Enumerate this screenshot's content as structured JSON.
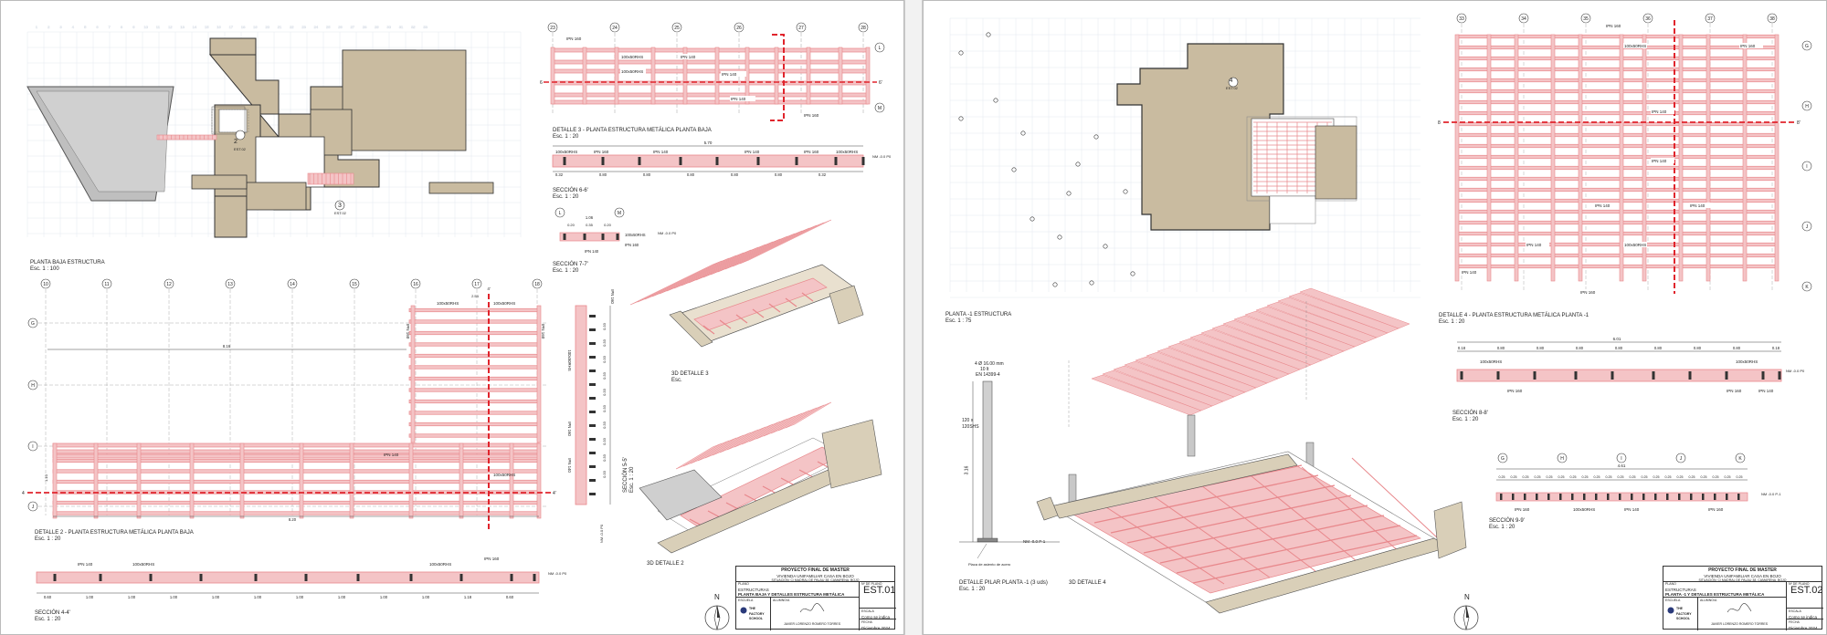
{
  "sheet1": {
    "grid_numbers_top": [
      "1",
      "2",
      "3",
      "4",
      "5",
      "6",
      "7",
      "8",
      "9",
      "10",
      "11",
      "12",
      "13",
      "14",
      "15",
      "16",
      "17",
      "18",
      "19",
      "20",
      "21",
      "22",
      "23",
      "24",
      "25",
      "26",
      "27",
      "28",
      "29",
      "30",
      "31",
      "32",
      "33"
    ],
    "plan_title": "PLANTA BAJA ESTRUCTURA",
    "plan_scale": "Esc.   1 : 100",
    "callouts": {
      "c2": "2",
      "c2sub": "EST.02",
      "c3": "3",
      "c3sub": "EST.02"
    },
    "det3": {
      "axes": [
        "23",
        "24",
        "25",
        "26",
        "27",
        "28"
      ],
      "rows": [
        "L",
        "M"
      ],
      "labels": [
        "IPN 160",
        "100x50RHS",
        "IPN 140",
        "100x50RHS",
        "IPN 140",
        "IPN 140",
        "IPN 160"
      ],
      "cut": "6'",
      "cut_left": "6",
      "title": "DETALLE 3 - PLANTA ESTRUCTURA METÁLICA PLANTA BAJA",
      "scale": "Esc.   1 : 20"
    },
    "sec66": {
      "labels": [
        "100x50RHS",
        "IPN 160",
        "IPN 140",
        "IPN 140",
        "IPN 160",
        "100x50RHS"
      ],
      "dims": [
        "0.32",
        "0.80",
        "0.80",
        "0.80",
        "0.80",
        "0.80",
        "0.32"
      ],
      "total": "5.70",
      "level": "NM -0.0   P0",
      "title": "SECCIÓN 6-6'",
      "scale": "Esc.   1 : 20"
    },
    "sec77": {
      "axes": [
        "L",
        "M"
      ],
      "dims": [
        "0.20",
        "0.35",
        "0.20"
      ],
      "total": "1.06",
      "labels": [
        "100x50RHS",
        "IPN 140",
        "IPN 160"
      ],
      "level": "NM -0.0   P0",
      "title": "SECCIÓN 7-7'",
      "scale": "Esc.   1 : 20"
    },
    "det2": {
      "axes": [
        "10",
        "11",
        "12",
        "13",
        "14",
        "15",
        "16",
        "17",
        "18"
      ],
      "rows": [
        "G",
        "H",
        "I",
        "J"
      ],
      "labels": [
        "100x50RHS",
        "100x50RHS",
        "IPN 160",
        "IPN 160",
        "IPN 140",
        "100x50RHS"
      ],
      "dims": [
        "2.54",
        "8.16",
        "1.10",
        "8.20"
      ],
      "cut_top": "4'",
      "cut_left": "4",
      "cut_right": "4'",
      "title": "DETALLE 2 - PLANTA ESTRUCTURA METÁLICA PLANTA BAJA",
      "scale": "Esc.   1 : 20"
    },
    "sec55": {
      "labels": [
        "100x50RHS",
        "IPN 160",
        "IPN 140",
        "IPN 160"
      ],
      "dims": [
        "0.33",
        "0.33",
        "0.33",
        "0.33",
        "0.33",
        "0.33",
        "0.33",
        "0.33",
        "0.33",
        "0.33"
      ],
      "level": "NM -0.0   P0",
      "title": "SECCIÓN 5-5'",
      "scale": "Esc.   1 : 20"
    },
    "sec44": {
      "labels": [
        "IPN 140",
        "100x50RHS",
        "100x50RHS",
        "IPN 160"
      ],
      "dims": [
        "0.60",
        "1.00",
        "1.00",
        "1.00",
        "1.00",
        "1.00",
        "1.00",
        "1.00",
        "1.00",
        "1.00",
        "1.18",
        "0.60"
      ],
      "level": "NM -0.0   P0",
      "title": "SECCIÓN 4-4'",
      "scale": "Esc.   1 : 20"
    },
    "d3d3": {
      "title": "3D DETALLE 3",
      "scale": "Esc."
    },
    "d3d2": {
      "title": "3D DETALLE 2"
    },
    "titleblock": {
      "heading": "PROYECTO FINAL DE MASTER",
      "sub": "VIVIENDA UNIFAMILIAR CASA EN BOJO",
      "loc": "SITUACIÓN: C/ MADRAL DE PALAU 38, CAMARENA, BOJO",
      "plano_lbl": "PLANO",
      "plano": "ESTRUCTURAS",
      "desc": "PLANTA BAJA Y DETALLES ESTRUCTURA METÁLICA",
      "num_lbl": "Nº DE PLANO",
      "code": "EST.01",
      "escuela_lbl": "ESCUELA",
      "alumno_lbl": "ALUMNO/A",
      "school": "THE FACTORY SCHOOL",
      "escala_lbl": "ESCALA",
      "escala": "Como se indica",
      "fecha_lbl": "FECHA",
      "author": "JAVIER LORENZO ROMERO TORRES",
      "fecha": "Diciembre 2024",
      "north": "N"
    }
  },
  "sheet2": {
    "plan_title": "PLANTA -1 ESTRUCTURA",
    "plan_scale": "Esc.   1 : 75",
    "callout": {
      "c4": "4",
      "c4sub": "EST.02"
    },
    "det4": {
      "axes": [
        "33",
        "34",
        "35",
        "36",
        "37",
        "38"
      ],
      "rows": [
        "G",
        "H",
        "I",
        "J",
        "K"
      ],
      "labels": [
        "IPN 160",
        "100x50RHS",
        "IPN 160",
        "IPN 140",
        "IPN 140",
        "IPN 140",
        "IPN 140",
        "100x50RHS",
        "IPN 140",
        "IPN 140",
        "IPN 160"
      ],
      "cut": "8'",
      "cut_left": "8",
      "title": "DETALLE 4 - PLANTA ESTRUCTURA METÁLICA PLANTA -1",
      "scale": "Esc.   1 : 20"
    },
    "sec88": {
      "labels": [
        "100x50RHS",
        "100x50RHS",
        "IPN 160",
        "IPN 160",
        "IPN 140"
      ],
      "dims": [
        "0.18",
        "0.80",
        "0.80",
        "0.80",
        "0.80",
        "0.80",
        "0.80",
        "0.80",
        "0.18"
      ],
      "total": "6.01",
      "level": "NM -0.0   P0",
      "title": "SECCIÓN 8-8'",
      "scale": "Esc.   1 : 20"
    },
    "sec99": {
      "axes": [
        "G",
        "H",
        "I",
        "J",
        "K"
      ],
      "labels": [
        "IPN 160",
        "100x50RHS",
        "IPN 140",
        "IPN 160"
      ],
      "dims": [
        "0.25",
        "0.25",
        "0.25",
        "0.25",
        "0.25",
        "0.25",
        "0.25",
        "0.25",
        "0.25",
        "0.25",
        "0.25",
        "0.25",
        "0.25",
        "0.25",
        "0.25",
        "0.25",
        "0.25",
        "0.25",
        "0.25",
        "0.25",
        "0.25"
      ],
      "total": "4.61",
      "level": "NM -0.0   P-1",
      "title": "SECCIÓN 9-9'",
      "scale": "Esc.   1 : 20"
    },
    "pillar": {
      "note1": "4 Ø 16.00 mm",
      "note2": "10 lt",
      "note3": "EN 14399-4",
      "prof": "120 x 120SHS",
      "height": "3.16",
      "level": "NM -0.0   P-1",
      "base": "Placa de asiento de acero",
      "title": "DETALLE PILAR PLANTA -1 (3 uds)",
      "scale": "Esc.   1 : 20"
    },
    "d3d4": {
      "title": "3D DETALLE 4"
    },
    "titleblock": {
      "heading": "PROYECTO FINAL DE MASTER",
      "sub": "VIVIENDA UNIFAMILIAR CASA EN BOJO",
      "loc": "SITUACIÓN: C/ MADRAL DE PALAU 38, CAMARENA, BOJO",
      "plano_lbl": "PLANO",
      "plano": "ESTRUCTURAS",
      "desc": "PLANTA -1 Y DETALLES ESTRUCTURA METÁLICA",
      "num_lbl": "Nº DE PLANO",
      "code": "EST.02",
      "escuela_lbl": "ESCUELA",
      "alumno_lbl": "ALUMNO/A",
      "school": "THE FACTORY SCHOOL",
      "escala_lbl": "ESCALA",
      "escala": "Como se indica",
      "fecha_lbl": "FECHA",
      "author": "JAVIER LORENZO ROMERO TORRES",
      "fecha": "Diciembre 2024",
      "north": "N"
    }
  },
  "colors": {
    "beam": "#e8888c",
    "beamfill": "#f4c4c6",
    "slab": "#c9bba0",
    "cut": "#e0242c",
    "grid": "#dde4ee"
  }
}
